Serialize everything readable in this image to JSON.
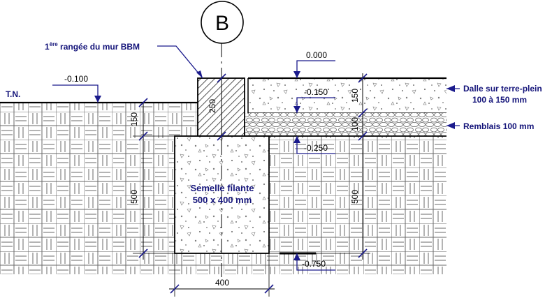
{
  "grid_label": "B",
  "labels": {
    "wall_prefix": "1",
    "wall_superscript": "ère",
    "wall_rest": " rangée du mur BBM",
    "tn": "T.N.",
    "slab_line1": "Dalle sur terre-plein",
    "slab_line2": "100 à 150 mm",
    "backfill": "Remblais 100 mm",
    "footing_line1": "Semelle filante",
    "footing_line2": "500 x 400 mm"
  },
  "levels": {
    "slab_top": "0.000",
    "tn": "-0.100",
    "slab_bottom": "-0.150",
    "backfill_bottom": "-0.250",
    "footing_bottom": "-0.750"
  },
  "dimensions": {
    "wall_height": "250",
    "left_upper": "150",
    "left_footing": "500",
    "right_slab": "150",
    "right_backfill": "100",
    "right_footing": "500",
    "footing_width": "400"
  },
  "colors": {
    "annotation": "#14147a",
    "leader": "#1a1a8c",
    "line": "#000000"
  }
}
